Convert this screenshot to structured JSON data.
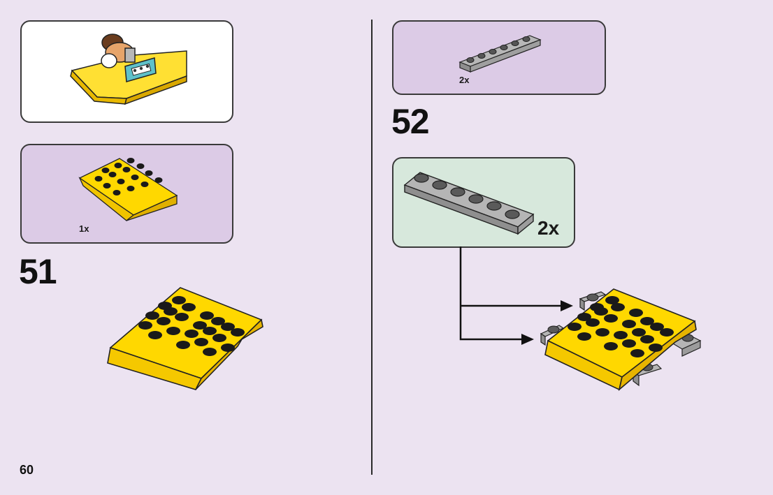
{
  "page": {
    "number": "60"
  },
  "left": {
    "step_number": "51",
    "parts_callout": {
      "quantity": "1x",
      "part": "yellow-wedge-plate-icon"
    },
    "model_preview": {
      "part": "yellow-car-with-figure-icon"
    }
  },
  "right": {
    "step_number": "52",
    "parts_callout": {
      "quantity": "2x",
      "part": "gray-plate-1x6-icon"
    },
    "subassembly_callout": {
      "quantity": "2x",
      "part": "gray-plate-1x6-icon"
    }
  },
  "colors": {
    "background": "#ece3f1",
    "yellow": "#ffd800",
    "gray": "#a9a9a9",
    "callout_lilac": "#dccbe6",
    "callout_mint": "#d7e8dc"
  }
}
